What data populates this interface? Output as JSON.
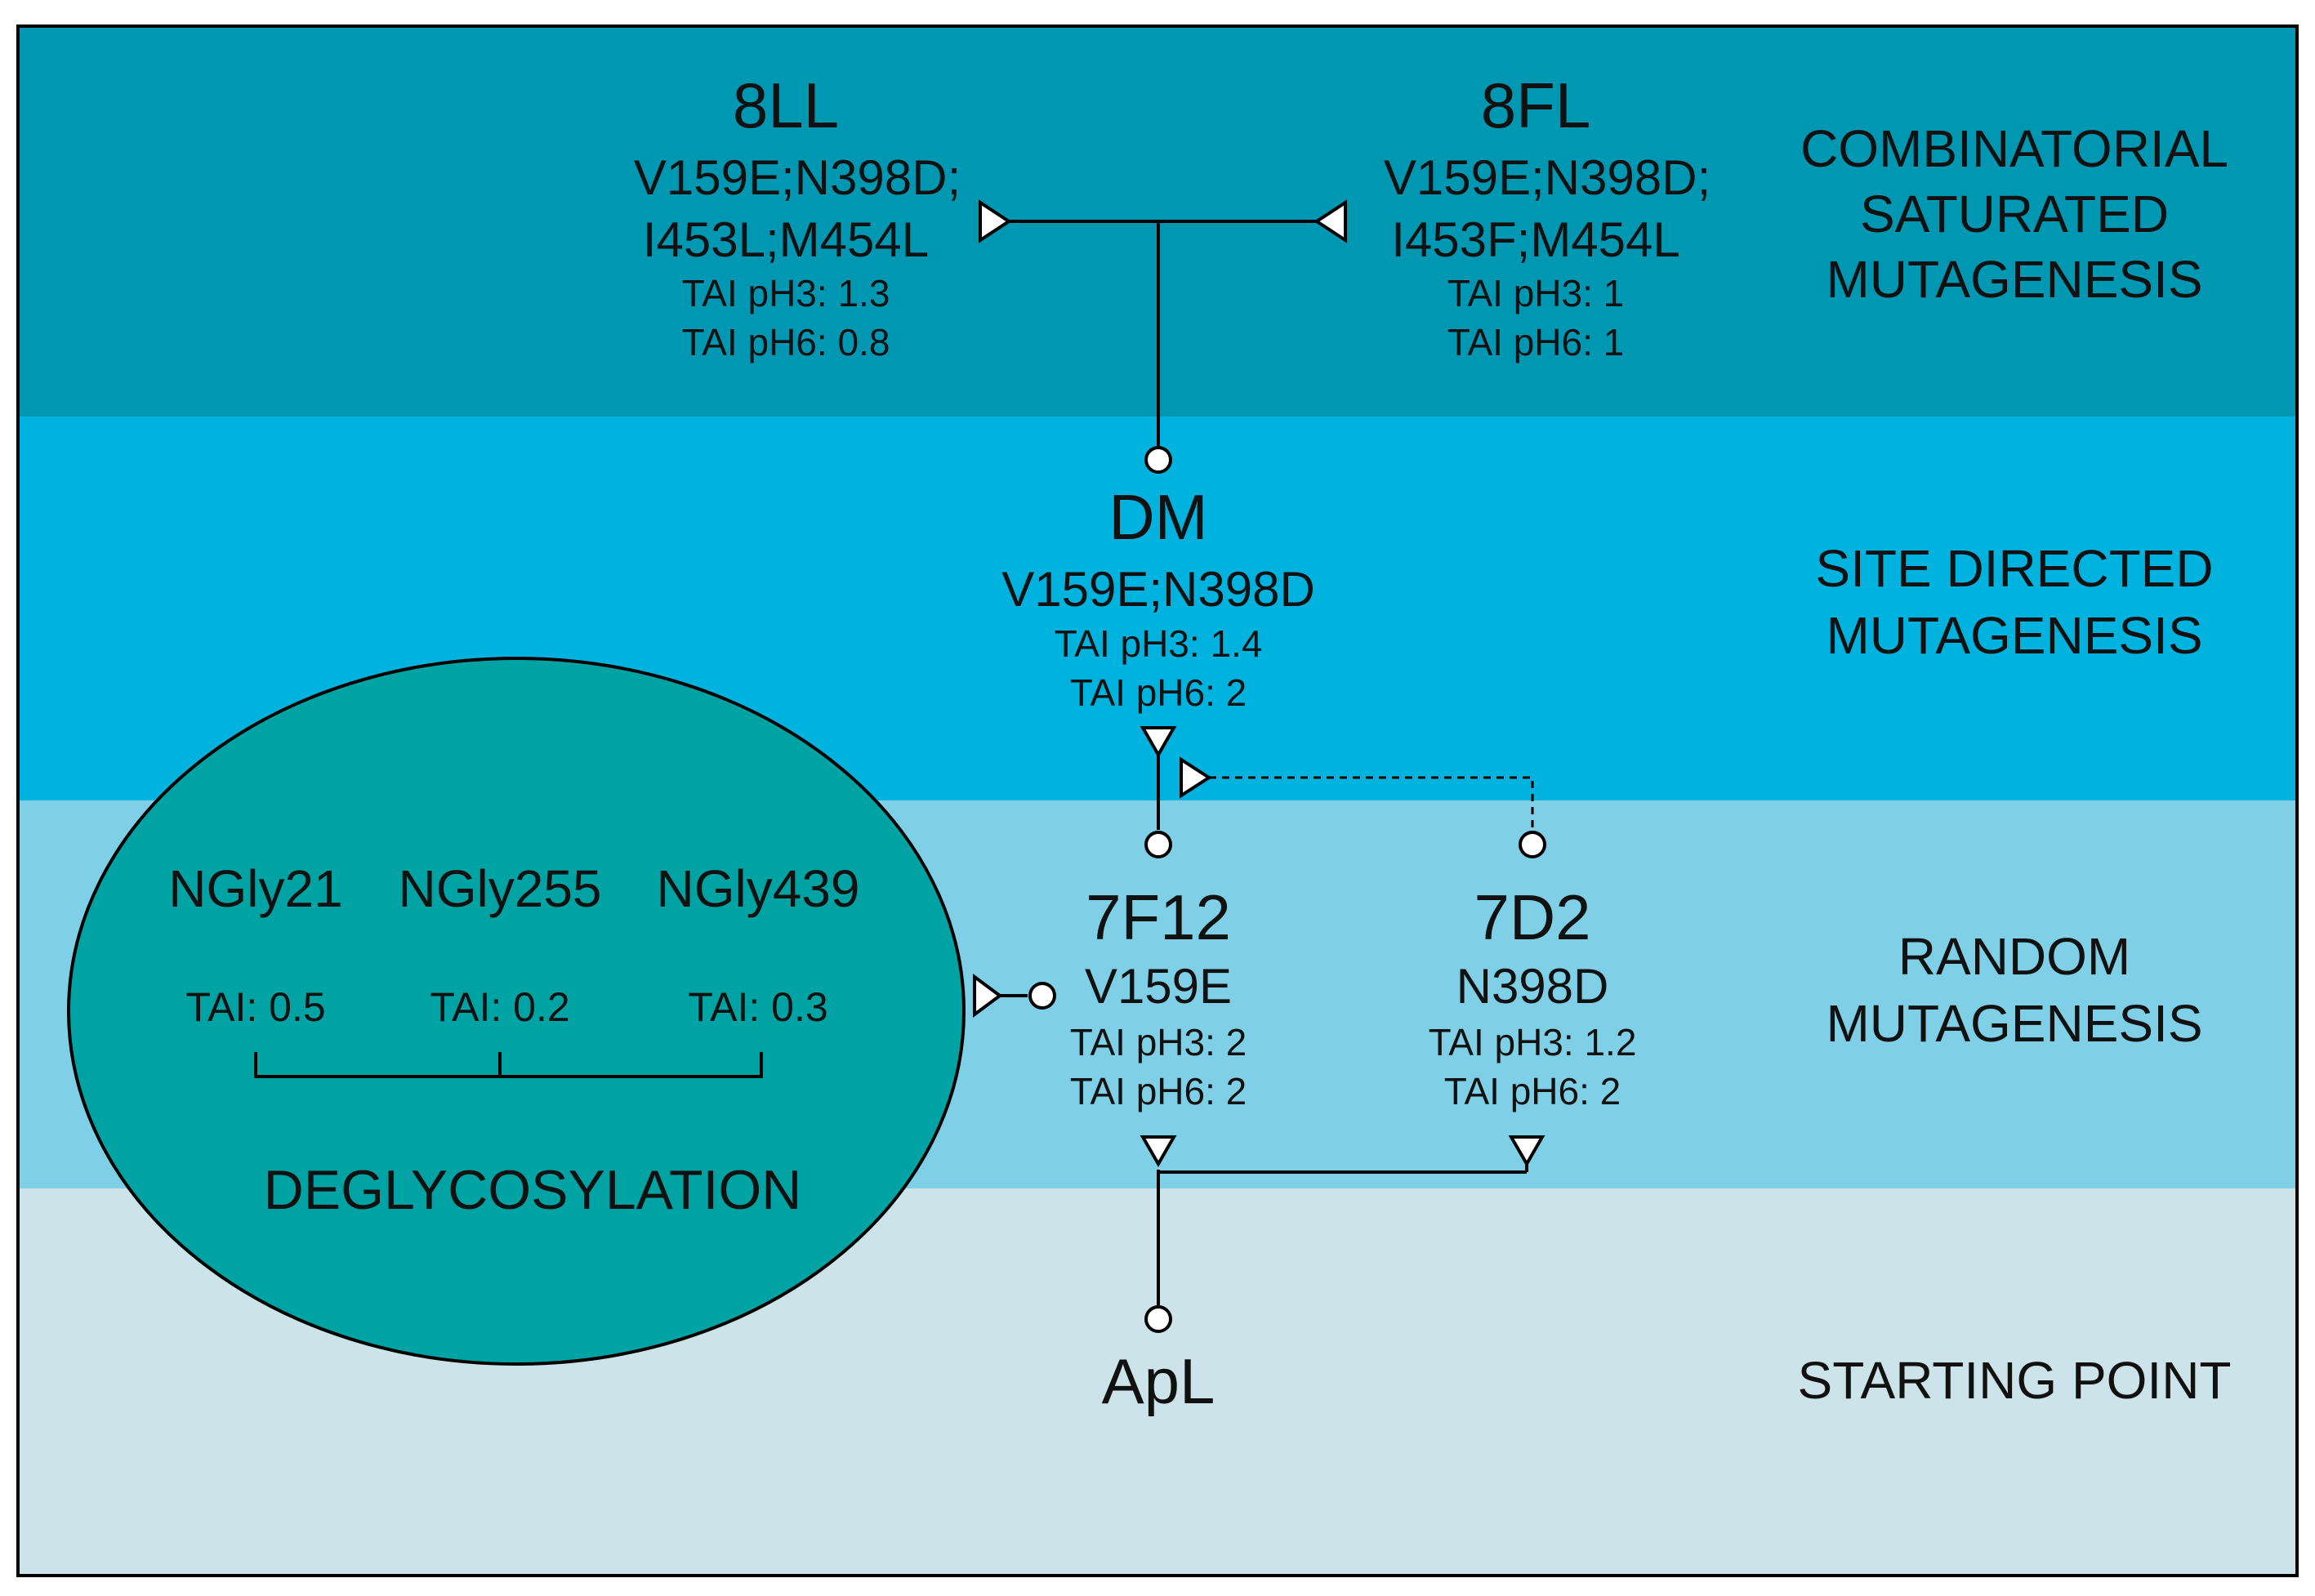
{
  "colors": {
    "band_combinatorial": "#0097b2",
    "band_site_directed": "#00b2de",
    "band_random": "#7fd0e6",
    "band_starting": "#cde3ea",
    "ellipse_fill": "#00a3a3",
    "line": "#000000"
  },
  "bands": {
    "combinatorial": {
      "label_lines": [
        "COMBINATORIAL",
        "SATURATED",
        "MUTAGENESIS"
      ]
    },
    "site_directed": {
      "label_lines": [
        "SITE DIRECTED",
        "MUTAGENESIS"
      ]
    },
    "random": {
      "label_lines": [
        "RANDOM",
        "MUTAGENESIS"
      ]
    },
    "starting": {
      "label_lines": [
        "STARTING POINT"
      ]
    }
  },
  "nodes": {
    "n8LL": {
      "name": "8LL",
      "mutations": [
        "V159E;N398D;",
        "I453L;M454L"
      ],
      "tai_ph3": "TAI pH3: 1.3",
      "tai_ph6": "TAI pH6: 0.8"
    },
    "n8FL": {
      "name": "8FL",
      "mutations": [
        "V159E;N398D;",
        "I453F;M454L"
      ],
      "tai_ph3": "TAI pH3: 1",
      "tai_ph6": "TAI pH6: 1"
    },
    "nDM": {
      "name": "DM",
      "mutations": [
        "V159E;N398D"
      ],
      "tai_ph3": "TAI pH3: 1.4",
      "tai_ph6": "TAI pH6: 2"
    },
    "n7F12": {
      "name": "7F12",
      "mutations": [
        "V159E"
      ],
      "tai_ph3": "TAI pH3: 2",
      "tai_ph6": "TAI pH6: 2"
    },
    "n7D2": {
      "name": "7D2",
      "mutations": [
        "N398D"
      ],
      "tai_ph3": "TAI pH3: 1.2",
      "tai_ph6": "TAI pH6: 2"
    },
    "nApL": {
      "name": "ApL"
    }
  },
  "deglycosylation": {
    "title": "DEGLYCOSYLATION",
    "sites": [
      {
        "name": "NGly21",
        "tai": "TAI: 0.5"
      },
      {
        "name": "NGly255",
        "tai": "TAI: 0.2"
      },
      {
        "name": "NGly439",
        "tai": "TAI: 0.3"
      }
    ]
  }
}
